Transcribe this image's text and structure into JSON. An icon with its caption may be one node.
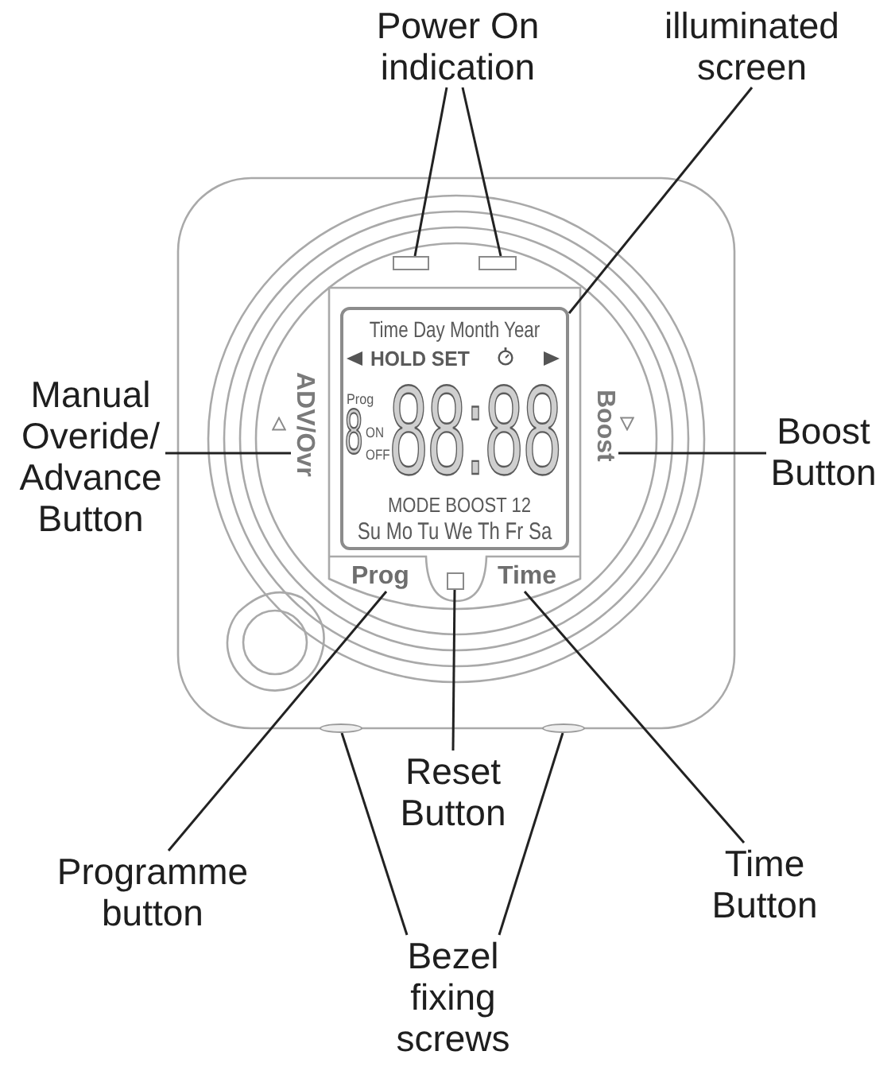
{
  "diagram": {
    "nodes": [
      {
        "text": [
          "Power On indication"
        ]
      },
      {
        "text": [
          "illuminated screen"
        ]
      },
      {
        "text": [],
        "shape": "box"
      },
      {
        "text": [],
        "shape": "box"
      },
      {
        "text": [
          "Time Day Month Year",
          "HOLD SET",
          "Prog",
          "8",
          "ON",
          "OFF",
          "88:88",
          "MODE BOOST 12",
          "Su Mo Tu We Th Fr Sa"
        ]
      },
      {
        "text": [
          "Manual Overide/ Advance Button"
        ]
      },
      {
        "text": [
          "ADV/Ovr"
        ]
      },
      {
        "text": [
          "Boost"
        ]
      },
      {
        "text": [
          "Boost Button"
        ]
      },
      {
        "text": [
          "Prog"
        ]
      },
      {
        "text": [],
        "shape": "box"
      },
      {
        "text": [
          "Time"
        ]
      },
      {
        "text": [],
        "shape": "ellipse"
      },
      {
        "text": [],
        "shape": "ellipse"
      },
      {
        "text": [
          "Reset Button"
        ]
      },
      {
        "text": [
          "Time Button"
        ]
      },
      {
        "text": [
          "Programme button"
        ]
      },
      {
        "text": [
          "Bezel fixing screws"
        ]
      }
    ],
    "edges": [
      {
        "from": 0,
        "to": 2,
        "arrow": "none"
      },
      {
        "from": 0,
        "to": 3,
        "arrow": "none"
      },
      {
        "from": 1,
        "to": 4,
        "arrow": "none"
      },
      {
        "from": 5,
        "to": 6,
        "arrow": "none"
      },
      {
        "from": 8,
        "to": 7,
        "arrow": "none"
      },
      {
        "from": 16,
        "to": 9,
        "arrow": "none"
      },
      {
        "from": 14,
        "to": 10,
        "arrow": "none"
      },
      {
        "from": 15,
        "to": 11,
        "arrow": "none"
      },
      {
        "from": 17,
        "to": 12,
        "arrow": "none"
      },
      {
        "from": 17,
        "to": 13,
        "arrow": "none"
      }
    ]
  }
}
